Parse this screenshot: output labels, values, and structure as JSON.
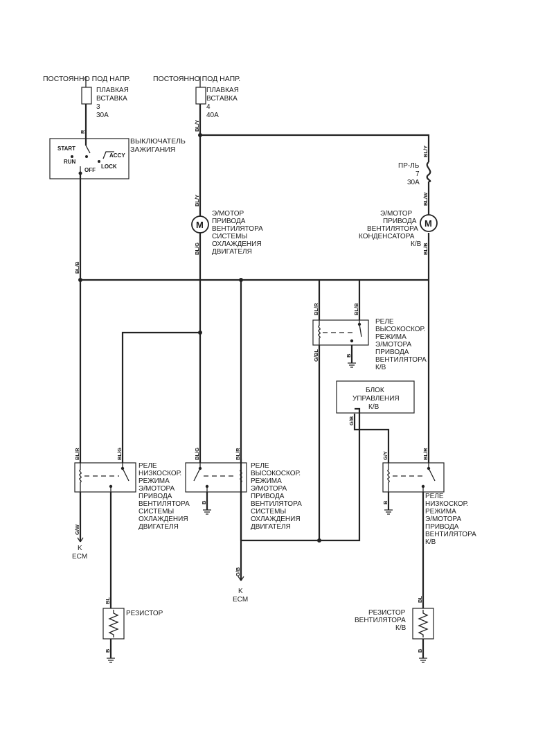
{
  "fuse_left": {
    "supply": "ПОСТОЯННО ПОД НАПР.",
    "lines": [
      "ПЛАВКАЯ",
      "ВСТАВКА",
      "3",
      "30A"
    ],
    "wire": "R"
  },
  "fuse_mid": {
    "supply": "ПОСТОЯННО ПОД НАПР.",
    "lines": [
      "ПЛАВКАЯ",
      "ВСТАВКА",
      "4",
      "40A"
    ],
    "wire": "BL/Y"
  },
  "ignition": {
    "title_lines": [
      "ВЫКЛЮЧАТЕЛЬ",
      "ЗАЖИГАНИЯ"
    ],
    "start": "START",
    "run": "RUN",
    "off": "OFF",
    "lock": "LOCK",
    "accy": "ACCY"
  },
  "fuse_right": {
    "lines": [
      "ПР-ЛЬ",
      "7",
      "30A"
    ],
    "wire_top": "BL/Y",
    "wire_bottom": "BL/W"
  },
  "motor_engine": {
    "symbol": "M",
    "lines": [
      "Э/МОТОР",
      "ПРИВОДА",
      "ВЕНТИЛЯТОРА",
      "СИСТЕМЫ",
      "ОХЛАЖДЕНИЯ",
      "ДВИГАТЕЛЯ"
    ],
    "wire_top": "BL/Y",
    "wire_bottom": "BL/G"
  },
  "motor_condenser": {
    "symbol": "M",
    "lines": [
      "Э/МОТОР",
      "ПРИВОДА",
      "ВЕНТИЛЯТОРА",
      "КОНДЕНСАТОРА",
      "К/В"
    ],
    "wire_bottom": "BL/B"
  },
  "bus_wire": "BL/B",
  "relay_hi_ac": {
    "lines": [
      "РЕЛЕ",
      "ВЫСОКОСКОР.",
      "РЕЖИМА",
      "Э/МОТОРА",
      "ПРИВОДА",
      "ВЕНТИЛЯТОРА",
      "К/В"
    ],
    "wire_coil_top": "BL/R",
    "wire_sw_top": "BL/B",
    "wire_coil_bottom": "G/BL",
    "wire_sw_bottom": "B"
  },
  "control_unit": {
    "lines": [
      "БЛОК",
      "УПРАВЛЕНИЯ",
      "К/В"
    ],
    "wire": "G/B"
  },
  "relay_lo_engine": {
    "lines": [
      "РЕЛЕ",
      "НИЗКОСКОР.",
      "РЕЖИМА",
      "Э/МОТОРА",
      "ПРИВОДА",
      "ВЕНТИЛЯТОРА",
      "СИСТЕМЫ",
      "ОХЛАЖДЕНИЯ",
      "ДВИГАТЕЛЯ"
    ],
    "wire_coil_top": "BL/R",
    "wire_sw_top": "BL/G",
    "wire_coil_bottom": "G/W"
  },
  "relay_hi_engine": {
    "lines": [
      "РЕЛЕ",
      "ВЫСОКОСКОР.",
      "РЕЖИМА",
      "Э/МОТОРА",
      "ПРИВОДА",
      "ВЕНТИЛЯТОРА",
      "СИСТЕМЫ",
      "ОХЛАЖДЕНИЯ",
      "ДВИГАТЕЛЯ"
    ],
    "wire_sw_top": "BL/G",
    "wire_coil_top": "BL/R",
    "wire_sw_bottom": "B",
    "wire_coil_bottom": "G/B"
  },
  "relay_lo_ac": {
    "lines": [
      "РЕЛЕ",
      "НИЗКОСКОР.",
      "РЕЖИМА",
      "Э/МОТОРА",
      "ПРИВОДА",
      "ВЕНТИЛЯТОРА",
      "К/В"
    ],
    "wire_coil_top": "G/Y",
    "wire_sw_top": "BL/R",
    "wire_coil_bottom": "B",
    "wire_sw_bottom": "BL"
  },
  "ecm_left": {
    "lines": [
      "K",
      "ECM"
    ]
  },
  "ecm_mid": {
    "lines": [
      "K",
      "ECM"
    ]
  },
  "resistor_left": {
    "lines": [
      "РЕЗИСТОР"
    ],
    "wire_top": "BL",
    "wire_bottom": "B"
  },
  "resistor_right": {
    "lines": [
      "РЕЗИСТОР",
      "ВЕНТИЛЯТОРА",
      "К/В"
    ],
    "wire_top": "BL",
    "wire_bottom": "B"
  }
}
